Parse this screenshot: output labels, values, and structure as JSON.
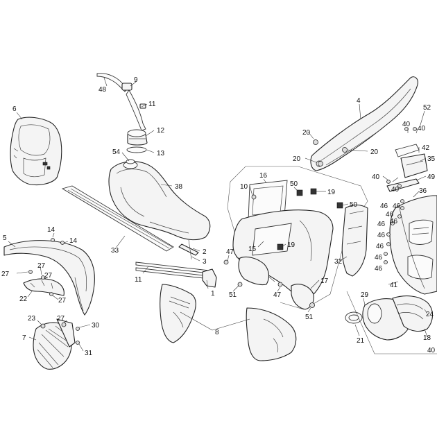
{
  "labels": {
    "p1": "1",
    "p2": "2",
    "p3": "3",
    "p4": "4",
    "p5": "5",
    "p6": "6",
    "p7": "7",
    "p8": "8",
    "p9": "9",
    "p11a": "11",
    "p11b": "11",
    "p12": "12",
    "p13": "13",
    "p14a": "14",
    "p14b": "14",
    "p15": "15",
    "p16": "16",
    "p17": "17",
    "p18": "18",
    "p19a": "19",
    "p19b": "19",
    "p20a": "20",
    "p20b": "20",
    "p20c": "20",
    "p21": "21",
    "p22": "22",
    "p23": "23",
    "p24": "24",
    "p27a": "27",
    "p27b": "27",
    "p27c": "27",
    "p27d": "27",
    "p29": "29",
    "p30": "30",
    "p31": "31",
    "p32": "32",
    "p33": "33",
    "p35": "35",
    "p36": "36",
    "p38": "38",
    "p40a": "40",
    "p40b": "40",
    "p40c": "40",
    "p40d": "40",
    "p41": "41",
    "p42": "42",
    "p46a": "46",
    "p46b": "46",
    "p46c": "46",
    "p46d": "46",
    "p46e": "46",
    "p46f": "46",
    "p46g": "46",
    "p46h": "46",
    "p47a": "47",
    "p47b": "47",
    "p48": "48",
    "p49": "49",
    "p50a": "50",
    "p50b": "50",
    "p51a": "51",
    "p51b": "51",
    "p52": "52",
    "p54": "54",
    "p10": "10",
    "p40e": "40"
  }
}
